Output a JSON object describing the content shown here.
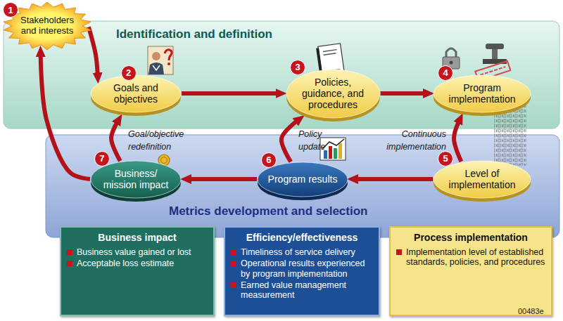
{
  "diagram": {
    "nodes": [
      {
        "text": [
          "1",
          "Stakeholders and interests"
        ]
      },
      {
        "text": [
          "Identification and definition"
        ]
      },
      {
        "text": [
          "2",
          "Goals and objectives"
        ],
        "in": 1
      },
      {
        "text": [
          "3",
          "Policies, guidance, and procedures"
        ],
        "in": 1
      },
      {
        "text": [
          "4",
          "Program implementation"
        ],
        "in": 1
      },
      {
        "text": [
          "Metrics development and selection"
        ]
      },
      {
        "text": [
          "7",
          "Business/ mission impact"
        ],
        "in": 5
      },
      {
        "text": [
          "6",
          "Program results"
        ],
        "in": 5
      },
      {
        "text": [
          "5",
          "Level of implementation"
        ],
        "in": 5
      },
      {
        "text": [
          "Business impact",
          "Business value gained or lost",
          "Acceptable loss estimate"
        ]
      },
      {
        "text": [
          "Efficiency/effectiveness",
          "Timeliness of service delivery",
          "Operational results experienced by program implementation",
          "Earned value management measurement"
        ]
      },
      {
        "text": [
          "Process implementation",
          "Implementation level of established standards, policies, and procedures"
        ]
      }
    ],
    "edges": [
      {
        "from": 0,
        "to": 2,
        "arrow": "to"
      },
      {
        "from": 2,
        "to": 3,
        "arrow": "to"
      },
      {
        "from": 3,
        "to": 4,
        "arrow": "to"
      },
      {
        "from": 8,
        "to": 7,
        "arrow": "to"
      },
      {
        "from": 7,
        "to": 6,
        "arrow": "to"
      },
      {
        "from": 6,
        "to": 0,
        "arrow": "to"
      },
      {
        "from": 6,
        "to": 2,
        "label": "Goal/objective redefinition",
        "arrow": "to"
      },
      {
        "from": 7,
        "to": 3,
        "label": "Policy update",
        "arrow": "to"
      },
      {
        "from": 8,
        "to": 4,
        "label": "Continuous implementation",
        "arrow": "to"
      }
    ],
    "labels": [
      "00483e"
    ]
  }
}
